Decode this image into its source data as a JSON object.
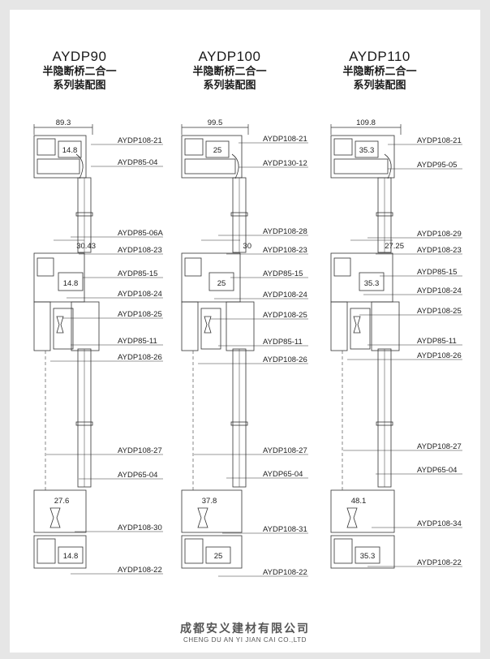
{
  "columns": [
    {
      "code": "AYDP90",
      "title_line1": "半隐断桥二合一",
      "title_line2": "系列装配图",
      "width_dim": "89.3",
      "top_profile_dim": "14.8",
      "mid_dim_top": "30.43",
      "mid_profile_dim": "14.8",
      "bottom_dim": "27.6",
      "bottom_profile_dim": "14.8",
      "labels": [
        "AYDP108-21",
        "AYDP85-04",
        "AYDP85-06A",
        "AYDP108-23",
        "AYDP85-15",
        "AYDP108-24",
        "AYDP108-25",
        "AYDP85-11",
        "AYDP108-26",
        "AYDP108-27",
        "AYDP65-04",
        "AYDP108-30",
        "AYDP108-22"
      ]
    },
    {
      "code": "AYDP100",
      "title_line1": "半隐断桥二合一",
      "title_line2": "系列装配图",
      "width_dim": "99.5",
      "top_profile_dim": "25",
      "mid_dim_top": "30",
      "mid_profile_dim": "25",
      "bottom_dim": "37.8",
      "bottom_profile_dim": "25",
      "labels": [
        "AYDP108-21",
        "AYDP130-12",
        "AYDP108-28",
        "AYDP108-23",
        "AYDP85-15",
        "AYDP108-24",
        "AYDP108-25",
        "AYDP85-11",
        "AYDP108-26",
        "AYDP108-27",
        "AYDP65-04",
        "AYDP108-31",
        "AYDP108-22"
      ]
    },
    {
      "code": "AYDP110",
      "title_line1": "半隐断桥二合一",
      "title_line2": "系列装配图",
      "width_dim": "109.8",
      "top_profile_dim": "35.3",
      "mid_dim_top": "27.25",
      "mid_profile_dim": "35.3",
      "bottom_dim": "48.1",
      "bottom_profile_dim": "35.3",
      "labels": [
        "AYDP108-21",
        "AYDP95-05",
        "AYDP108-29",
        "AYDP108-23",
        "AYDP85-15",
        "AYDP108-24",
        "AYDP108-25",
        "AYDP85-11",
        "AYDP108-26",
        "AYDP108-27",
        "AYDP65-04",
        "AYDP108-34",
        "AYDP108-22"
      ]
    }
  ],
  "footer": {
    "company_cn": "成都安义建材有限公司",
    "company_en": "CHENG DU AN YI JIAN CAI CO.,LTD"
  }
}
